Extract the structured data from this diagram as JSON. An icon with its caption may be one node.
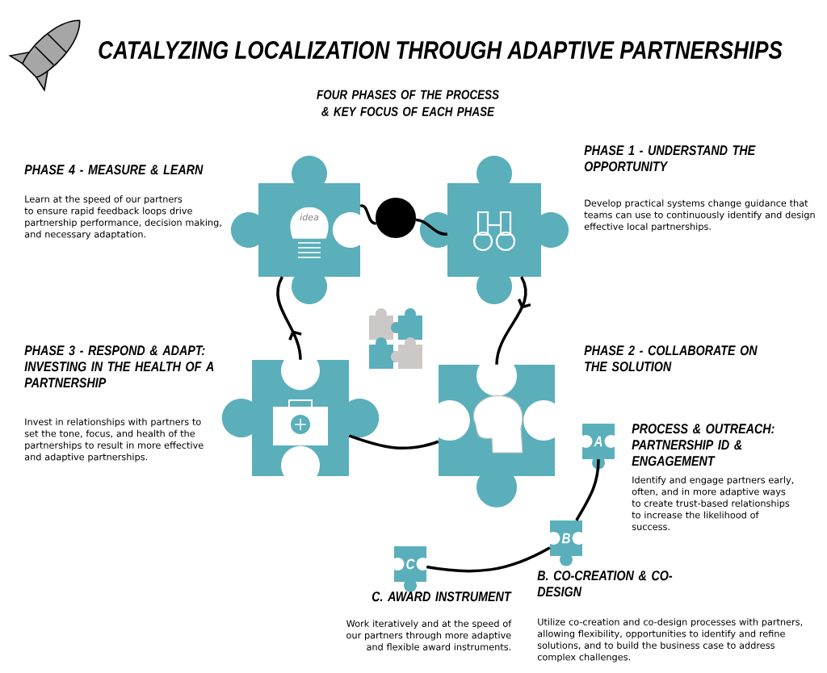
{
  "diagram": {
    "title": "CATALYZING LOCALIZATION THROUGH ADAPTIVE PARTNERSHIPS",
    "nodes": [
      {
        "text": [],
        "shape": "picture",
        "beside": [
          "PHASE 4 - MEASURE & LEARN",
          "Learn at the speed of our partners to ensure rapid feedback loops drive partnership performance, decision making, and necessary adaptation."
        ]
      },
      {
        "text": [],
        "shape": "circle"
      },
      {
        "text": [],
        "shape": "picture",
        "beside": [
          "PHASE 1 - UNDERSTAND THE OPPORTUNITY",
          "Develop practical systems change guidance that teams can use to continuously identify and design effective local partnerships."
        ]
      },
      {
        "text": [],
        "shape": "picture",
        "beside": [
          "PHASE 2 - COLLABORATE ON THE SOLUTION"
        ]
      },
      {
        "text": [],
        "shape": "picture",
        "beside": [
          "PHASE 3 - RESPOND & ADAPT: INVESTING IN THE HEALTH OF A PARTNERSHIP",
          "Invest in relationships with partners to set the tone, focus, and health of the partnerships to result in more effective and adaptive partnerships."
        ]
      },
      {
        "text": [
          "A"
        ],
        "beside": [
          "PROCESS & OUTREACH: PARTNERSHIP ID & ENGAGEMENT",
          "Identify and engage partners early, often, and in more adaptive ways to create trust-based relationships to increase the likelihood of success."
        ]
      },
      {
        "text": [
          "B"
        ],
        "beside": [
          "B. CO-CREATION & CO-DESIGN",
          "Utilize co-creation and co-design processes with partners, allowing flexibility, opportunities to identify and refine solutions, and to build the business case to address complex challenges."
        ]
      },
      {
        "text": [
          "C"
        ],
        "beside": [
          "C. AWARD INSTRUMENT",
          "Work iteratively and at the speed of our partners through more adaptive and flexible award instruments."
        ]
      }
    ],
    "edges": [
      {
        "from": 0,
        "to": 1,
        "arrow": "none"
      },
      {
        "from": 1,
        "to": 2,
        "arrow": "none"
      },
      {
        "from": 2,
        "to": 3,
        "arrow": "to"
      },
      {
        "from": 3,
        "to": 4,
        "arrow": "none"
      },
      {
        "from": 4,
        "to": 0,
        "arrow": "to"
      },
      {
        "from": 5,
        "to": 6,
        "arrow": "none"
      },
      {
        "from": 6,
        "to": 7,
        "arrow": "none"
      }
    ],
    "labels": [
      "FOUR PHASES OF THE PROCESS & KEY FOCUS OF EACH PHASE",
      "idea"
    ]
  }
}
